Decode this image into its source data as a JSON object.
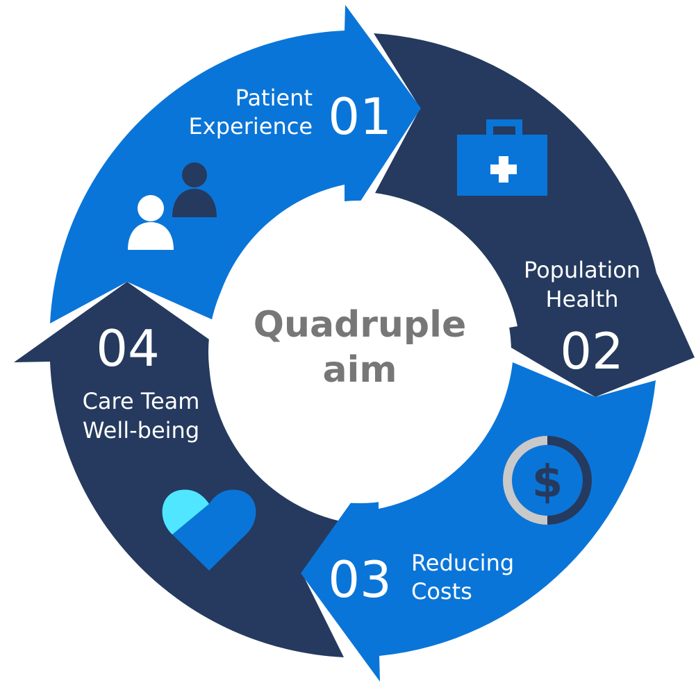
{
  "center": {
    "title_line1": "Quadruple",
    "title_line2": "aim"
  },
  "segments": [
    {
      "number": "01",
      "label_line1": "Patient",
      "label_line2": "Experience",
      "icon": "people-icon"
    },
    {
      "number": "02",
      "label_line1": "Population",
      "label_line2": "Health",
      "icon": "medical-kit-icon"
    },
    {
      "number": "03",
      "label_line1": "Reducing",
      "label_line2": "Costs",
      "icon": "dollar-coin-icon"
    },
    {
      "number": "04",
      "label_line1": "Care Team",
      "label_line2": "Well-being",
      "icon": "heart-icon"
    }
  ],
  "colors": {
    "blue": "#0a75d8",
    "navy": "#253a5e",
    "light_blue": "#50e6ff",
    "gray": "#777777",
    "white": "#ffffff"
  }
}
